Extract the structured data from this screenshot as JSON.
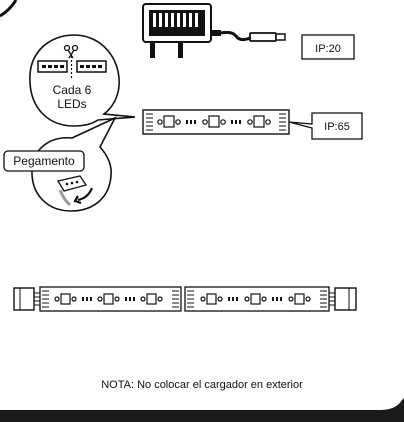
{
  "labels": {
    "ip20": "IP:20",
    "ip65": "IP:65",
    "cut_line1": "Cada 6",
    "cut_line2": "LEDs",
    "adhesive": "Pegamento",
    "note": "NOTA: No colocar el cargador en exterior"
  },
  "colors": {
    "line": "#111111",
    "fill": "#ffffff",
    "border": "#1a1a1a"
  },
  "icons": [
    "power-adapter-icon",
    "scissors-icon",
    "adhesive-tape-icon",
    "led-strip-icon",
    "connector-icon"
  ]
}
